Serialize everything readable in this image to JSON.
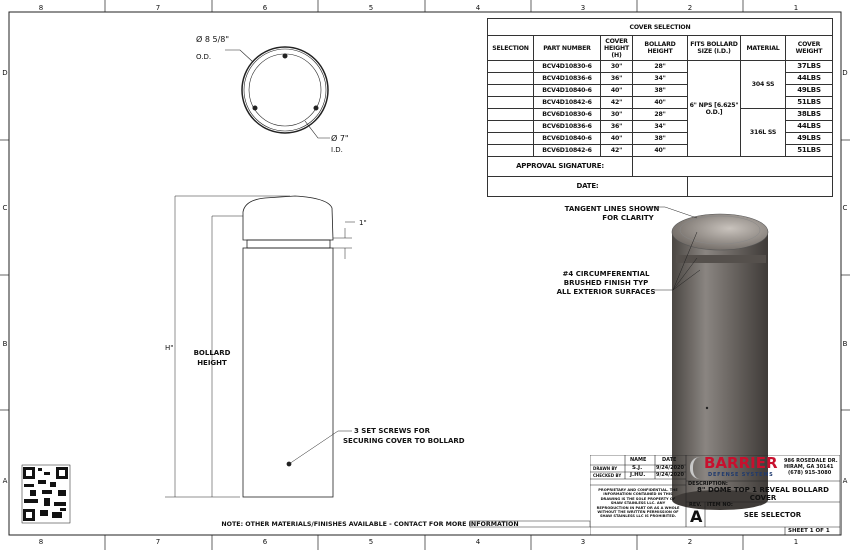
{
  "border": {
    "columns": [
      "8",
      "7",
      "6",
      "5",
      "4",
      "3",
      "2",
      "1"
    ],
    "rows": [
      "D",
      "C",
      "B",
      "A"
    ]
  },
  "top_view": {
    "od_label": "Ø 8 5/8\"",
    "od_sub": "O.D.",
    "id_label": "Ø 7\"",
    "id_sub": "I.D."
  },
  "side_view": {
    "reveal_dim": "1\"",
    "h_label": "H\"",
    "bollard_height_label": [
      "BOLLARD",
      "HEIGHT"
    ],
    "screws_note": [
      "3 SET SCREWS FOR",
      "SECURING COVER TO BOLLARD"
    ]
  },
  "iso_view": {
    "tangent_note": [
      "TANGENT LINES SHOWN",
      "FOR CLARITY"
    ],
    "finish_note": [
      "#4 CIRCUMFERENTIAL",
      "BRUSHED FINISH TYP",
      "ALL EXTERIOR SURFACES"
    ]
  },
  "note": "NOTE: OTHER MATERIALS/FINISHES AVAILABLE - CONTACT FOR MORE INFORMATION",
  "cover_selection": {
    "title": "COVER SELECTION",
    "headers": [
      "SELECTION",
      "PART NUMBER",
      "COVER HEIGHT (H)",
      "BOLLARD HEIGHT",
      "FITS BOLLARD SIZE (I.D.)",
      "MATERIAL",
      "COVER WEIGHT"
    ],
    "fits": "6\" NPS [6.625\" O.D.]",
    "materials": [
      "304 SS",
      "316L SS"
    ],
    "rows": [
      {
        "part": "BCV4D10830-6",
        "cover_height": "30\"",
        "bollard_height": "28\"",
        "weight": "37LBS"
      },
      {
        "part": "BCV4D10836-6",
        "cover_height": "36\"",
        "bollard_height": "34\"",
        "weight": "44LBS"
      },
      {
        "part": "BCV4D10840-6",
        "cover_height": "40\"",
        "bollard_height": "38\"",
        "weight": "49LBS"
      },
      {
        "part": "BCV4D10842-6",
        "cover_height": "42\"",
        "bollard_height": "40\"",
        "weight": "51LBS"
      },
      {
        "part": "BCV6D10830-6",
        "cover_height": "30\"",
        "bollard_height": "28\"",
        "weight": "38LBS"
      },
      {
        "part": "BCV6D10836-6",
        "cover_height": "36\"",
        "bollard_height": "34\"",
        "weight": "44LBS"
      },
      {
        "part": "BCV6D10840-6",
        "cover_height": "40\"",
        "bollard_height": "38\"",
        "weight": "49LBS"
      },
      {
        "part": "BCV6D10842-6",
        "cover_height": "42\"",
        "bollard_height": "40\"",
        "weight": "51LBS"
      }
    ],
    "approval_label": "APPROVAL SIGNATURE:",
    "date_label": "DATE:"
  },
  "title_block": {
    "name_header": "NAME",
    "date_header": "DATE",
    "drawn_by_label": "DRAWN BY",
    "drawn_by": "S.J.",
    "drawn_date": "9/24/2020",
    "checked_by_label": "CHECKED BY",
    "checked_by": "J.HU.",
    "checked_date": "9/24/2020",
    "company": "BARRIER",
    "company_sub": "DEFENSE SYSTEMS",
    "address": [
      "986 ROSEDALE DR.",
      "HIRAM, GA 30141",
      "(678) 915-3080"
    ],
    "proprietary": "PROPRIETARY AND CONFIDENTIAL. THE INFORMATION CONTAINED IN THIS DRAWING IS THE SOLE PROPERTY OF SHAW STAINLESS LLC. ANY REPRODUCTION IN PART OR AS A WHOLE WITHOUT THE WRITTEN PERMISSION OF SHAW STAINLESS LLC IS PROHIBITED.",
    "description_label": "DESCRIPTION:",
    "description": [
      "8\" DOME TOP 1 REVEAL BOLLARD",
      "COVER"
    ],
    "rev_label": "REV.",
    "rev": "A",
    "item_no_label": "ITEM NO:",
    "item_no": "SEE SELECTOR",
    "sheet": "SHEET 1 OF 1"
  },
  "colors": {
    "line": "#222222",
    "brand_red": "#c8102e",
    "brand_blue": "#1f3a6e",
    "metal": "#6e6a66"
  }
}
